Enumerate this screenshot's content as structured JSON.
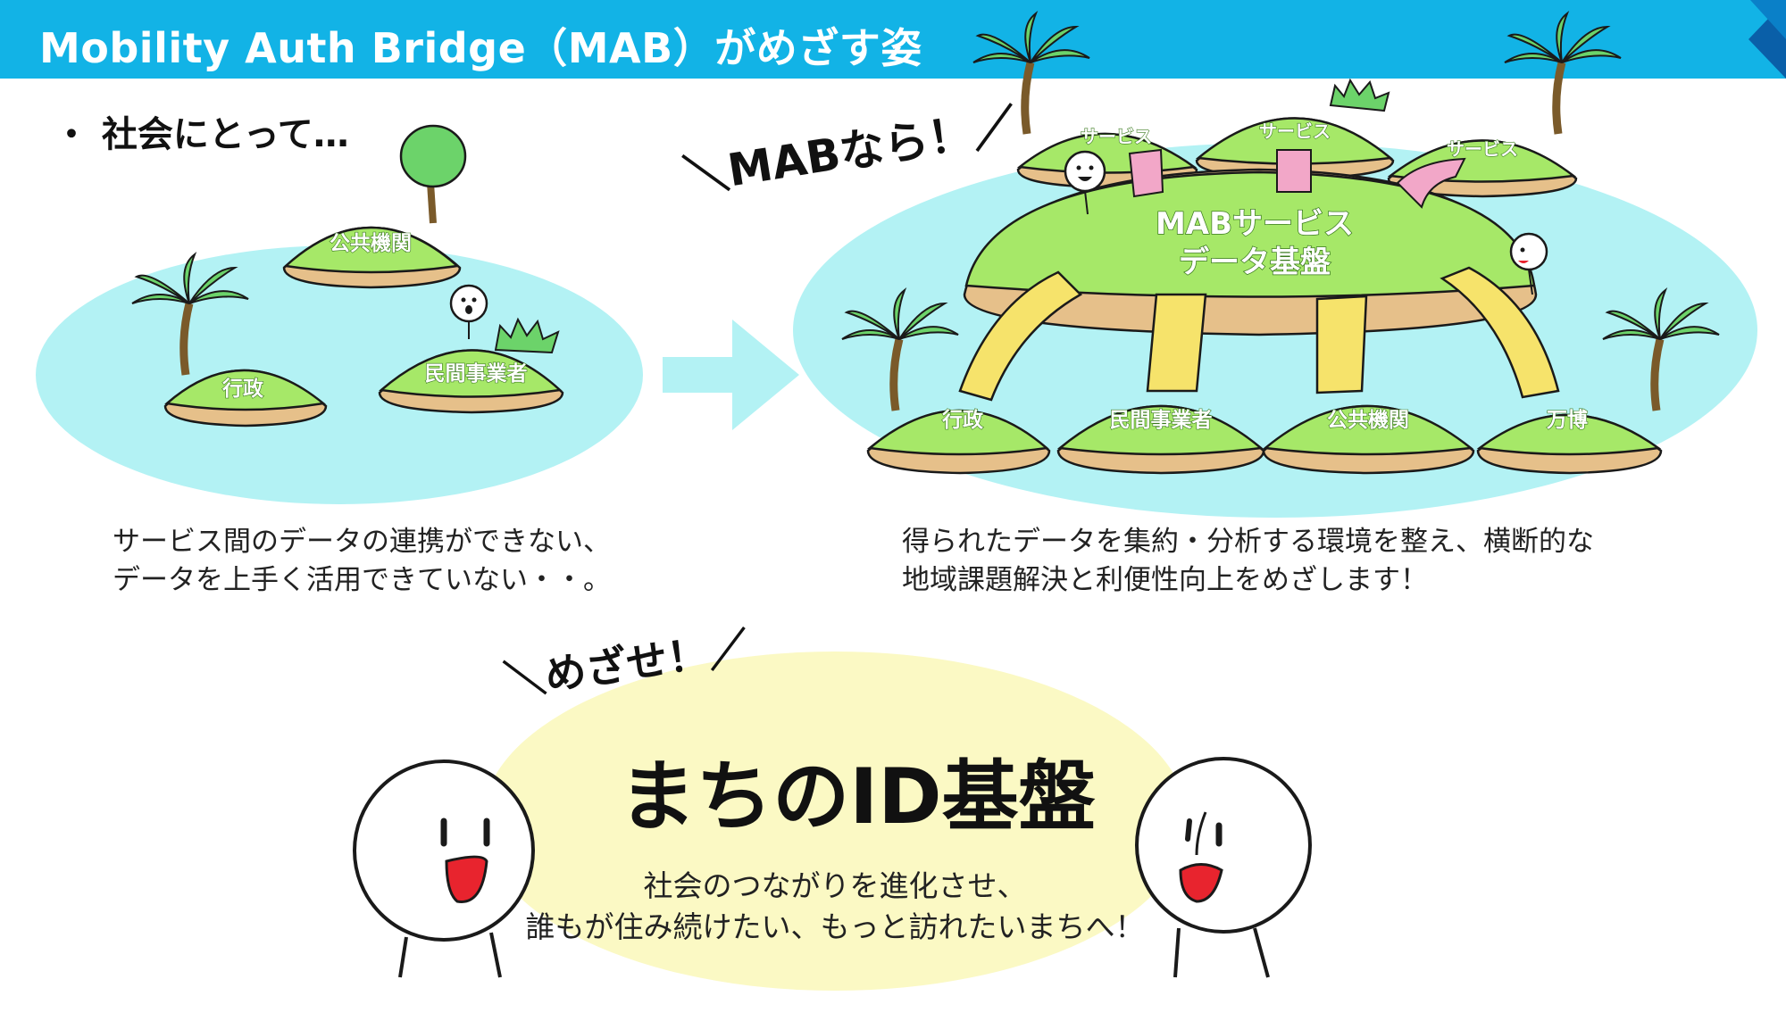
{
  "header": {
    "title": "Mobility Auth Bridge（MAB）がめざす姿",
    "accent_color": "#12b3e6"
  },
  "bullet": "・ 社会にとって…",
  "left_scene": {
    "islands": [
      "公共機関",
      "行政",
      "民間事業者"
    ],
    "caption_lines": [
      "サービス間のデータの連携ができない、",
      "データを上手く活用できていない・・。"
    ]
  },
  "right_scene": {
    "shout": "＼MABなら！／",
    "hub_lines": [
      "MABサービス",
      "データ基盤"
    ],
    "service_islands": [
      "サービス",
      "サービス",
      "サービス"
    ],
    "bottom_islands": [
      "行政",
      "民間事業者",
      "公共機関",
      "万博"
    ],
    "caption_lines": [
      "得られたデータを集約・分析する環境を整え、横断的な",
      "地域課題解決と利便性向上をめざします！"
    ]
  },
  "bottom": {
    "shout": "＼めざせ！／",
    "title": "まちのID基盤",
    "vision_lines": [
      "社会のつながりを進化させ、",
      "誰もが住み続けたい、もっと訪れたいまちへ！"
    ]
  },
  "colors": {
    "sea": "#b3f2f4",
    "grass": "#a6e868",
    "sand": "#e6c08a",
    "bridge_yellow": "#f6e36b",
    "bridge_pink": "#f2a7c8",
    "bubble": "#fbf9c4",
    "mouth_red": "#e8242e"
  },
  "icons": [
    "palm-tree-icon",
    "tree-icon",
    "bush-icon",
    "character-icon",
    "arrow-right-icon"
  ]
}
